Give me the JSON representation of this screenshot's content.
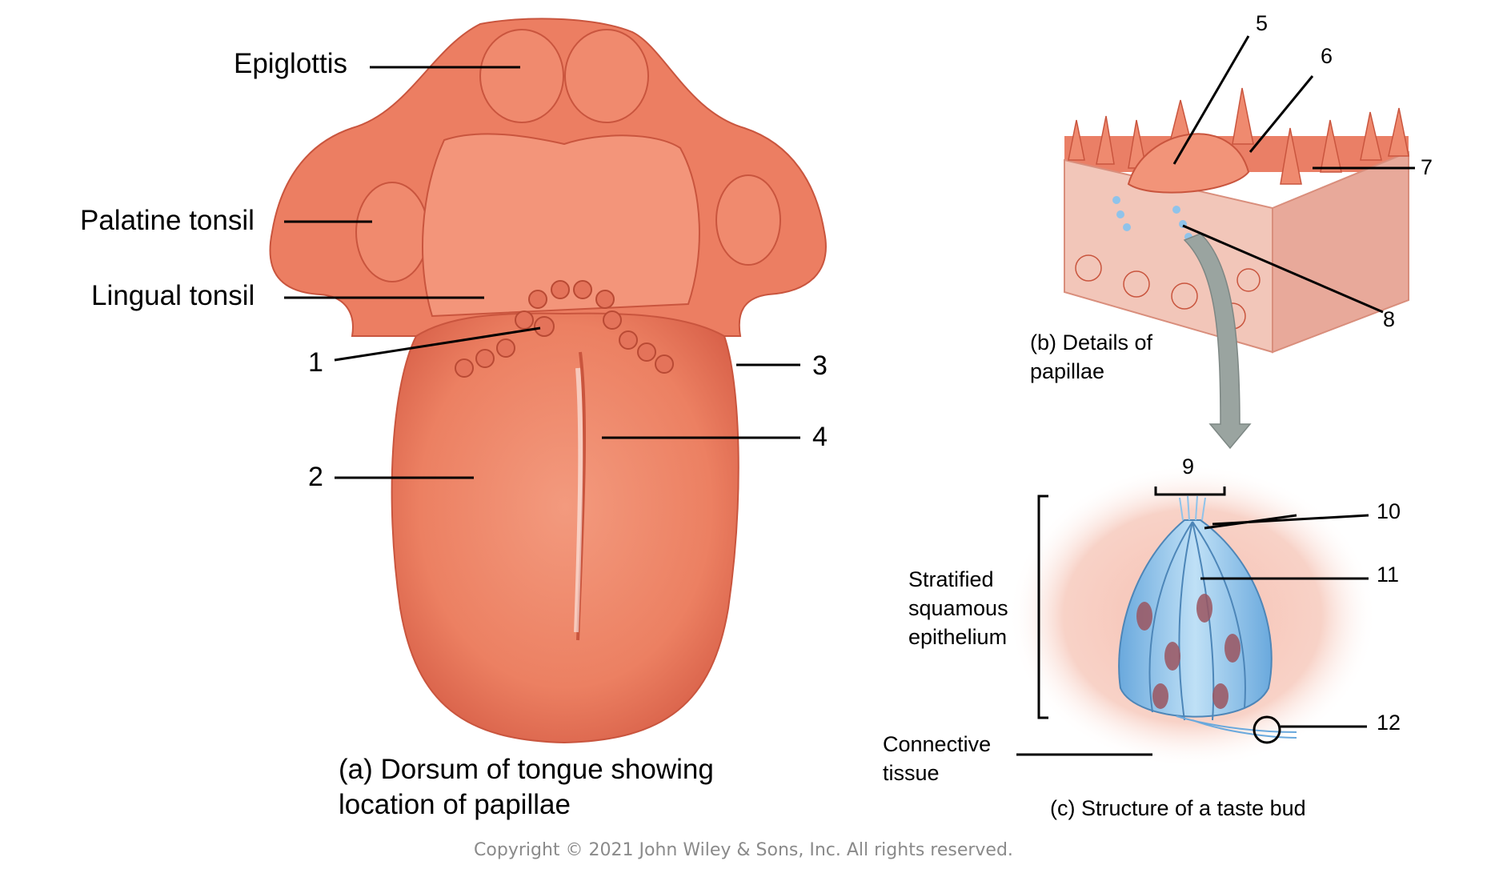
{
  "panel_a": {
    "labels": {
      "epiglottis": "Epiglottis",
      "palatine_tonsil": "Palatine tonsil",
      "lingual_tonsil": "Lingual tonsil",
      "n1": "1",
      "n2": "2",
      "n3": "3",
      "n4": "4"
    },
    "caption": "(a) Dorsum of tongue showing location of papillae"
  },
  "panel_b": {
    "labels": {
      "n5": "5",
      "n6": "6",
      "n7": "7",
      "n8": "8"
    },
    "caption": "(b) Details of papillae"
  },
  "panel_c": {
    "labels": {
      "n9": "9",
      "n10": "10",
      "n11": "11",
      "n12": "12",
      "epithelium": "Stratified squamous epithelium",
      "connective": "Connective tissue"
    },
    "caption": "(c) Structure of a taste bud"
  },
  "copyright": "Copyright © 2021 John Wiley & Sons, Inc. All rights reserved.",
  "colors": {
    "tongue": "#ec8062",
    "tongue_dark": "#d9624a",
    "tissue_light": "#f4c4b6",
    "taste_bud": "#8fc3ea",
    "arrow": "#9aa4a0"
  }
}
